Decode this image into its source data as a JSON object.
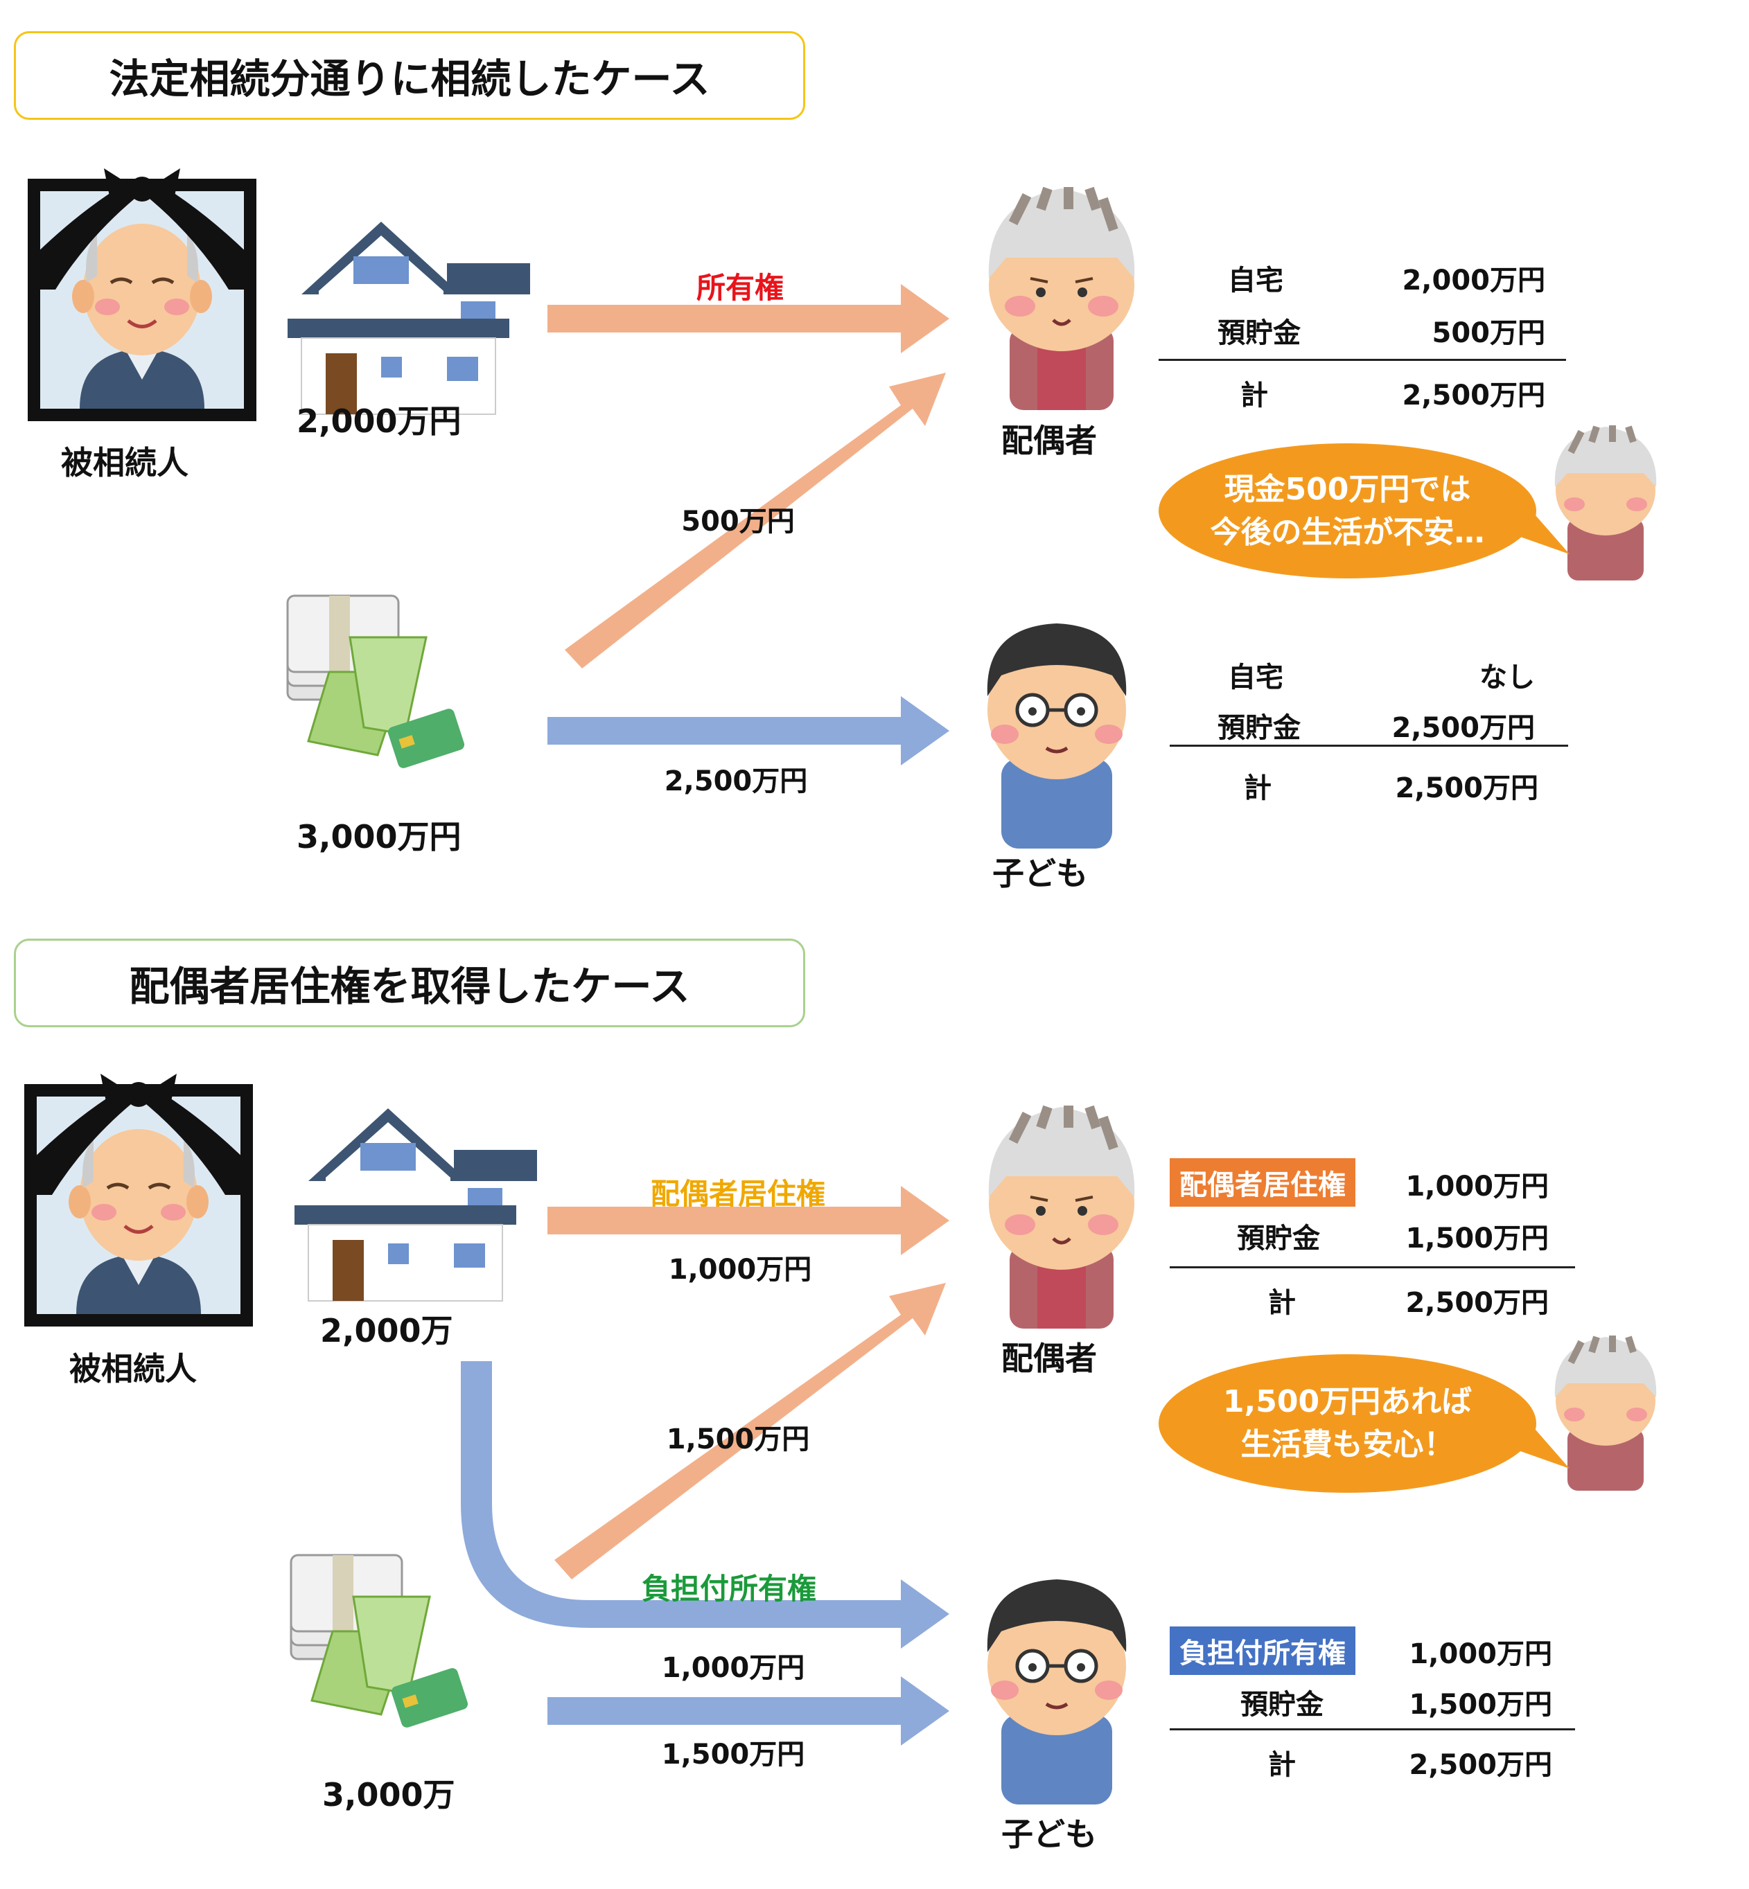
{
  "section1": {
    "title": "法定相続分通りに相続したケース",
    "deceased_label": "被相続人",
    "house_value": "2,000万円",
    "savings_value": "3,000万円",
    "arrow_house_label": "所有権",
    "arrow_spouse_cash": "500万円",
    "arrow_child_cash": "2,500万円",
    "spouse_label": "配偶者",
    "child_label": "子ども",
    "spouse_table": {
      "rows": [
        {
          "label": "自宅",
          "value": "2,000万円"
        },
        {
          "label": "預貯金",
          "value": "500万円"
        }
      ],
      "total_label": "計",
      "total_value": "2,500万円"
    },
    "child_table": {
      "rows": [
        {
          "label": "自宅",
          "value": "なし"
        },
        {
          "label": "預貯金",
          "value": "2,500万円"
        }
      ],
      "total_label": "計",
      "total_value": "2,500万円"
    },
    "bubble_line1": "現金500万円では",
    "bubble_line2": "今後の生活が不安…"
  },
  "section2": {
    "title": "配偶者居住権を取得したケース",
    "deceased_label": "被相続人",
    "house_value": "2,000万",
    "savings_value": "3,000万",
    "arrow_spouse_house_label": "配偶者居住権",
    "arrow_spouse_house_value": "1,000万円",
    "arrow_spouse_cash": "1,500万円",
    "arrow_child_house_label": "負担付所有権",
    "arrow_child_house_value": "1,000万円",
    "arrow_child_cash": "1,500万円",
    "spouse_label": "配偶者",
    "child_label": "子ども",
    "spouse_table": {
      "tag": "配偶者居住権",
      "tag_value": "1,000万円",
      "row_label": "預貯金",
      "row_value": "1,500万円",
      "total_label": "計",
      "total_value": "2,500万円"
    },
    "child_table": {
      "tag": "負担付所有権",
      "tag_value": "1,000万円",
      "row_label": "預貯金",
      "row_value": "1,500万円",
      "total_label": "計",
      "total_value": "2,500万円"
    },
    "bubble_line1": "1,500万円あれば",
    "bubble_line2": "生活費も安心！"
  },
  "colors": {
    "orange_arrow": "#f2b08a",
    "blue_arrow": "#8eaadb",
    "title1_border": "#f5c518",
    "title2_border": "#a9d18e",
    "red_label": "#e8141b",
    "yellow_label": "#f0a800",
    "green_label": "#1a9a3a",
    "bubble": "#f39a1e",
    "tag_orange": "#ed7d31",
    "tag_blue": "#4472c4"
  }
}
